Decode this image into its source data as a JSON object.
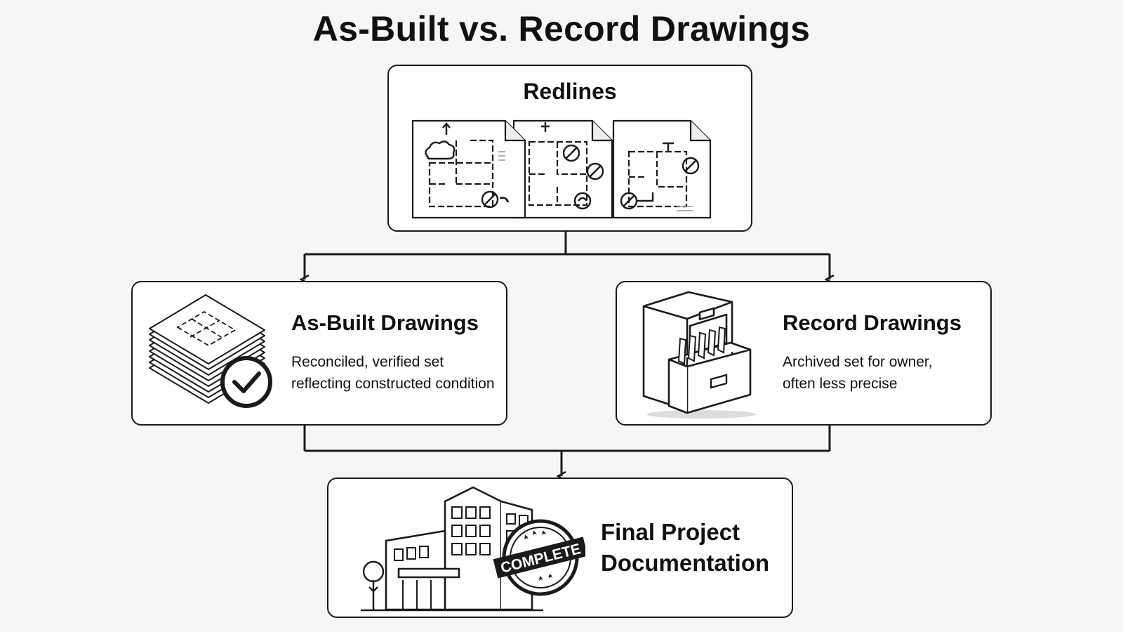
{
  "title": "As-Built vs. Record Drawings",
  "redlines": {
    "heading": "Redlines",
    "icon": "marked-up-drawing-sheets-icon"
  },
  "as_built": {
    "heading": "As-Built Drawings",
    "description_line_1": "Reconciled, verified set",
    "description_line_2": "reflecting constructed condition",
    "icon": "verified-drawing-stack-icon"
  },
  "record": {
    "heading": "Record Drawings",
    "description_line_1": "Archived set for owner,",
    "description_line_2": "often less precise",
    "icon": "filing-cabinet-icon"
  },
  "final": {
    "heading_line_1": "Final Project",
    "heading_line_2": "Documentation",
    "icon": "building-icon",
    "stamp_text": "COMPLETE"
  },
  "colors": {
    "stroke": "#1a1a1a",
    "background": "#f6f6f6",
    "box_fill": "#ffffff"
  }
}
